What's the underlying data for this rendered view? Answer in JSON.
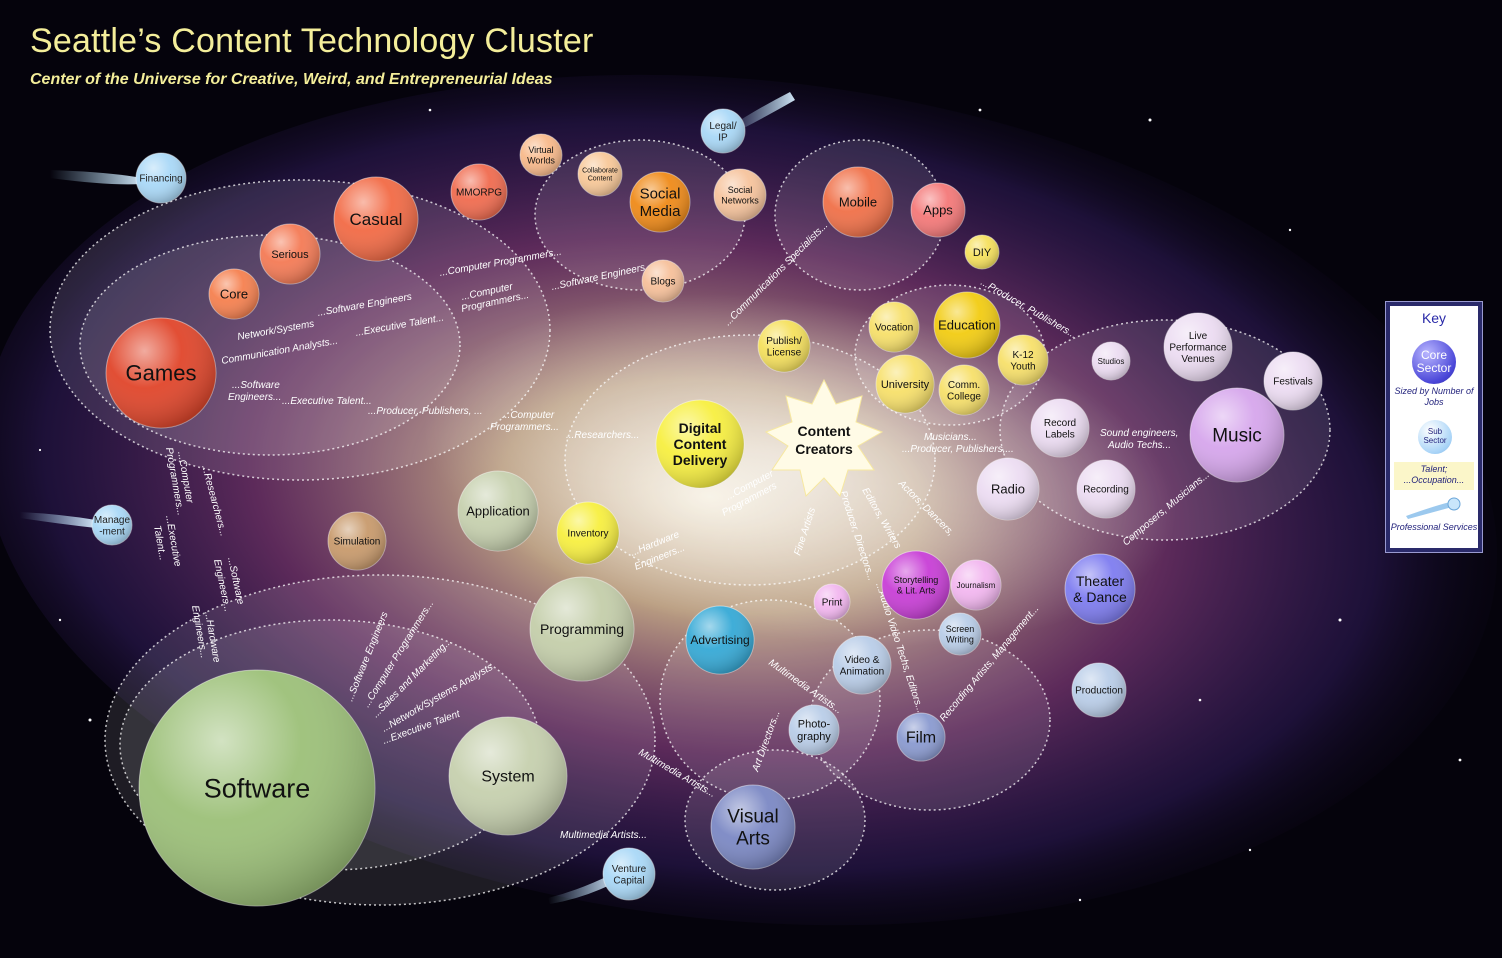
{
  "header": {
    "title": "Seattle’s Content Technology Cluster",
    "subtitle": "Center of the Universe for Creative, Weird, and Entrepreneurial Ideas"
  },
  "colors": {
    "games": "#e0452a",
    "casual": "#f26a45",
    "serious": "#f47a55",
    "core": "#f5804f",
    "mmorpg": "#f06b4f",
    "virtual_worlds": "#f8b98a",
    "collaborate": "#f8c898",
    "social_media": "#ef8a18",
    "social_networks": "#f6c39c",
    "blogs": "#f6c09a",
    "mobile": "#f07048",
    "apps": "#f47878",
    "diy": "#f5e05c",
    "education": "#f2cc12",
    "education_light": "#f7e06a",
    "dcd": "#f7ef40",
    "software": "#9cc078",
    "programming": "#c4ceaa",
    "system": "#c6d0ae",
    "application": "#c6d0ae",
    "simulation": "#c89a6c",
    "advertising": "#35a9d6",
    "storytelling": "#c83ed6",
    "journalism": "#f2b6ef",
    "music": "#d6a6ec",
    "music_light": "#ecdcf2",
    "theater": "#7e7cf0",
    "blue_light": "#b9cde8",
    "visual_arts": "#7b88c4",
    "film": "#8a9ad0",
    "comet": "#a9d8f7",
    "key_border": "#2a2a6a"
  },
  "nodes": {
    "games": "Games",
    "casual": "Casual",
    "serious": "Serious",
    "core": "Core",
    "mmorpg": "MMORPG",
    "virtual_worlds": "Virtual Worlds",
    "collaborate_content": "Collaborate Content",
    "social_media": "Social Media",
    "social_networks": "Social Networks",
    "blogs": "Blogs",
    "mobile": "Mobile",
    "apps": "Apps",
    "diy": "DIY",
    "publish_license": "Publish/ License",
    "vocation": "Vocation",
    "education": "Education",
    "k12_youth": "K-12 Youth",
    "university": "University",
    "comm_college": "Comm. College",
    "digital_content_delivery": "Digital Content Delivery",
    "content_creators": "Content Creators",
    "application": "Application",
    "inventory": "Inventory",
    "simulation": "Simulation",
    "programming": "Programming",
    "software": "Software",
    "system": "System",
    "advertising": "Advertising",
    "print": "Print",
    "storytelling": "Storytelling & Lit. Arts",
    "journalism": "Journalism",
    "screen_writing": "Screen Writing",
    "video_animation": "Video & Animation",
    "photography": "Photo- graphy",
    "film": "Film",
    "visual_arts": "Visual Arts",
    "theater_dance": "Theater & Dance",
    "production": "Production",
    "radio": "Radio",
    "record_labels": "Record Labels",
    "recording": "Recording",
    "studios": "Studios",
    "live_venues": "Live Performance Venues",
    "festivals": "Festivals",
    "music": "Music"
  },
  "services": {
    "financing": "Financing",
    "legal_ip": "Legal/ IP",
    "management": "Manage -ment",
    "venture_capital": "Venture Capital"
  },
  "talent_labels": {
    "l1": "...Computer Programmers...",
    "l2": "...Software Engineers",
    "l3": "...Computer Programmers",
    "l4": "...Software Engineers",
    "l5": "...Executive Talent...",
    "l6": "Network/Systems",
    "l7": "Communication Analysts...",
    "l8": "...Software",
    "l9": "Engineers...",
    "l10": "...Executive Talent...",
    "l11": "...Producer, Publishers, ...",
    "l12": "...Computer",
    "l13": "Programmers...",
    "l14": "...Researchers...",
    "l15": "...Communications Specialists...",
    "l16": "...Producer, Publishers...",
    "l17": "Musicians...",
    "l18": "...Producer, Publishers,...",
    "l19": "Sound engineers,",
    "l20": "Audio Techs...",
    "l21": "...Computer",
    "l22": "Programmers",
    "l23": "...Hardware",
    "l24": "Engineers...",
    "l25": "Fine Artists",
    "l26": "Producer, Directors...",
    "l27": "Editors, Writers",
    "l28": "Actors, Dancers,",
    "l29": "Composers, Musicians...",
    "l30": "...Computer",
    "l31": "Programmers...",
    "l32": "...Executive",
    "l33": "Talent...",
    "l34": "...Researchers...",
    "l35": "...Software",
    "l36": "Engineers...",
    "l37": "...Hardware",
    "l38": "Engineers...",
    "l39": "...Software Engineers",
    "l40": "...Computer Programmers...",
    "l41": "...Sales and Marketing...",
    "l42": "...Network/Systems Analysts",
    "l43": "...Executive Talent",
    "l44": "Multimedia Artists...",
    "l45": "Art Directors...",
    "l46": "Multimedia Artists...",
    "l47": "Multimedia Artists...",
    "l48": "...Audio Video Techs, Editors...",
    "l49": "Recording Artists, Management..."
  },
  "key": {
    "title": "Key",
    "core": "Core Sector",
    "sized": "Sized by Number of Jobs",
    "sub": "Sub Sector",
    "talent": "Talent; ...Occupation...",
    "professional": "Professional Services"
  }
}
